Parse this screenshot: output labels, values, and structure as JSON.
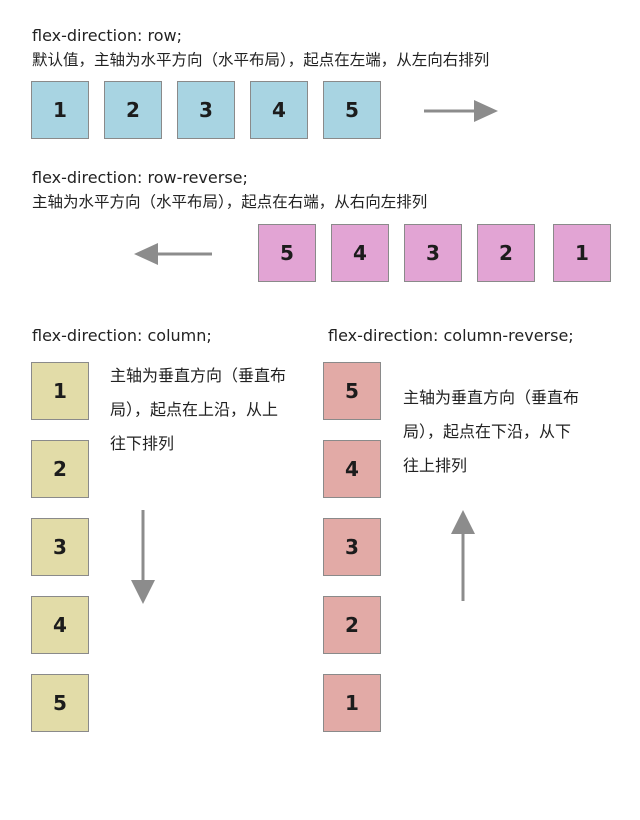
{
  "sections": {
    "row": {
      "code": "flex-direction: row;",
      "description": "默认值，主轴为水平方向（水平布局），起点在左端，从左向右排列",
      "items": [
        "1",
        "2",
        "3",
        "4",
        "5"
      ],
      "color": "#a8d4e2",
      "arrow_direction": "right"
    },
    "row_reverse": {
      "code": "flex-direction: row-reverse;",
      "description": "主轴为水平方向（水平布局），起点在右端，从右向左排列",
      "items": [
        "5",
        "4",
        "3",
        "2",
        "1"
      ],
      "color": "#e2a4d4",
      "arrow_direction": "left"
    },
    "column": {
      "code": "flex-direction: column;",
      "description": "主轴为垂直方向（垂直布局），起点在上沿，从上往下排列",
      "items": [
        "1",
        "2",
        "3",
        "4",
        "5"
      ],
      "color": "#e2dca8",
      "arrow_direction": "down"
    },
    "column_reverse": {
      "code": "flex-direction: column-reverse;",
      "description": "主轴为垂直方向（垂直布局），起点在下沿，从下往上排列",
      "items": [
        "5",
        "4",
        "3",
        "2",
        "1"
      ],
      "color": "#e2aaa6",
      "arrow_direction": "up"
    }
  },
  "colors": {
    "arrow": "#8c8c8c",
    "box_border": "#8a8a8a"
  }
}
